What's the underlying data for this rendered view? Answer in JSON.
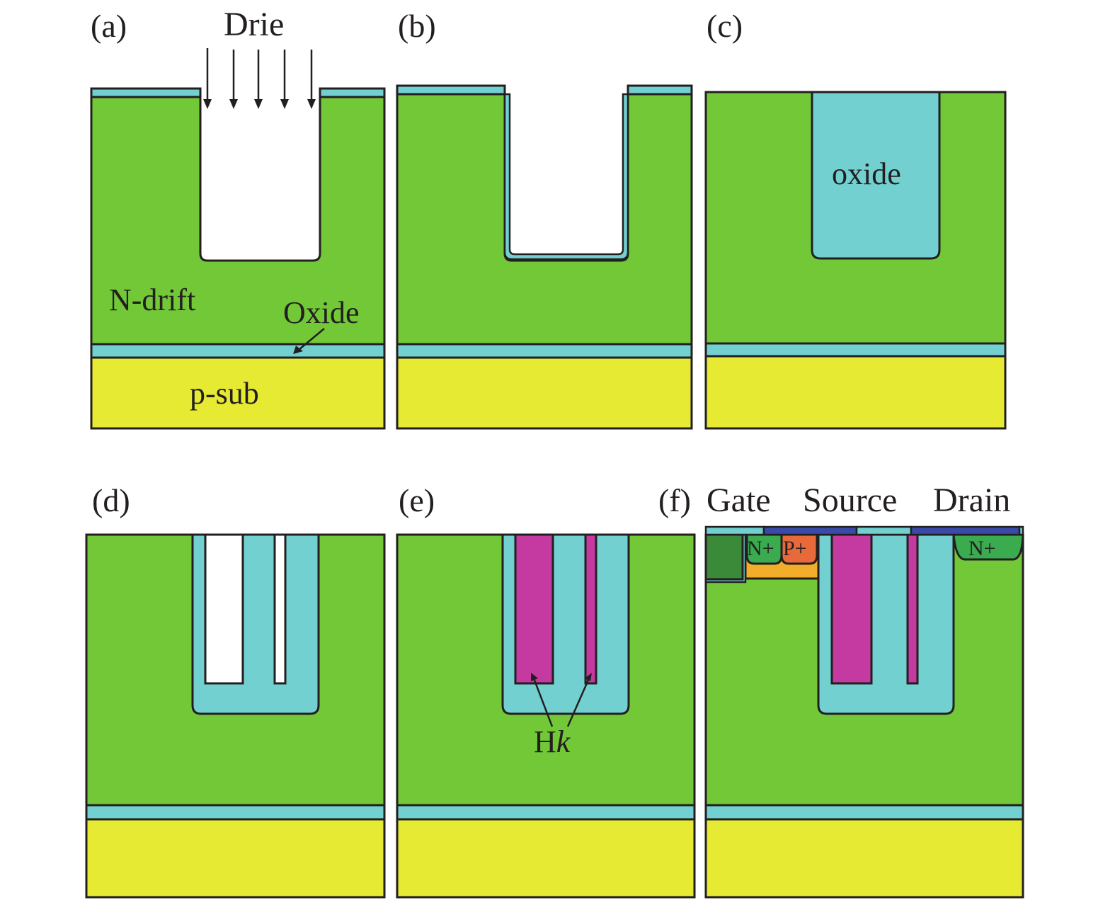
{
  "figure": {
    "description": "Process flow cross-sections of trench LDMOS with high-k dielectric",
    "colors": {
      "n_drift": "#72c837",
      "oxide": "#72d0d0",
      "p_sub": "#e6ea33",
      "high_k": "#c43aa0",
      "n_plus": "#3aab4f",
      "p_plus": "#e8693a",
      "p_body": "#f2ad2a",
      "gate_poly": "#3b8a3a",
      "metal": "#3a4aa8",
      "outline": "#231f20"
    },
    "panels": [
      {
        "id": "a",
        "label": "(a)",
        "annotations": {
          "process": "Drie",
          "region_drift": "N-drift",
          "buried_oxide": "Oxide",
          "substrate": "p-sub"
        }
      },
      {
        "id": "b",
        "label": "(b)"
      },
      {
        "id": "c",
        "label": "(c)",
        "annotations": {
          "trench_fill": "oxide"
        }
      },
      {
        "id": "d",
        "label": "(d)"
      },
      {
        "id": "e",
        "label": "(e)",
        "annotations": {
          "high_k": "H",
          "high_k_italic": "k"
        }
      },
      {
        "id": "f",
        "label": "(f)",
        "annotations": {
          "gate": "Gate",
          "source": "Source",
          "drain": "Drain",
          "n_plus_source": "N+",
          "p_plus": "P+",
          "n_plus_drain": "N+"
        }
      }
    ]
  }
}
